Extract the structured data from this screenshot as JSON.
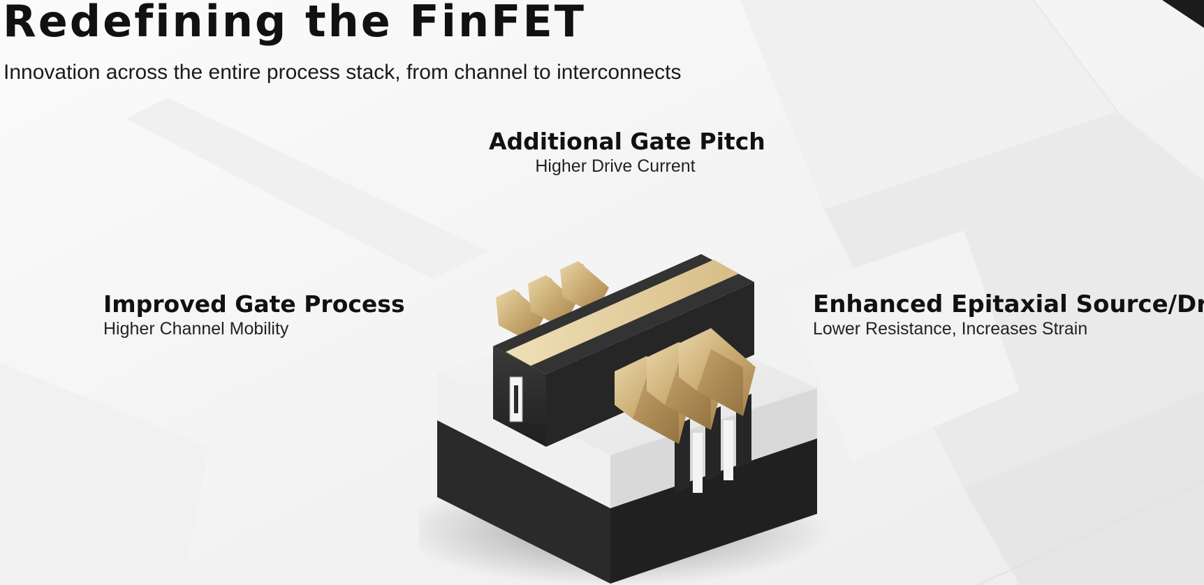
{
  "slide": {
    "title": "Redefining the FinFET",
    "subtitle": "Innovation across the entire process stack, from channel to interconnects"
  },
  "features": {
    "top": {
      "heading": "Additional Gate Pitch",
      "detail": "Higher Drive Current"
    },
    "left": {
      "heading": "Improved Gate Process",
      "detail": "Higher Channel Mobility"
    },
    "right": {
      "heading": "Enhanced Epitaxial Source/Drain",
      "detail": "Lower Resistance, Increases Strain"
    }
  },
  "colors": {
    "background": "#f6f6f6",
    "gold": "#c8a872",
    "gold_light": "#e3cf9f",
    "dark": "#2b2b2b",
    "white_block": "#efefef"
  }
}
